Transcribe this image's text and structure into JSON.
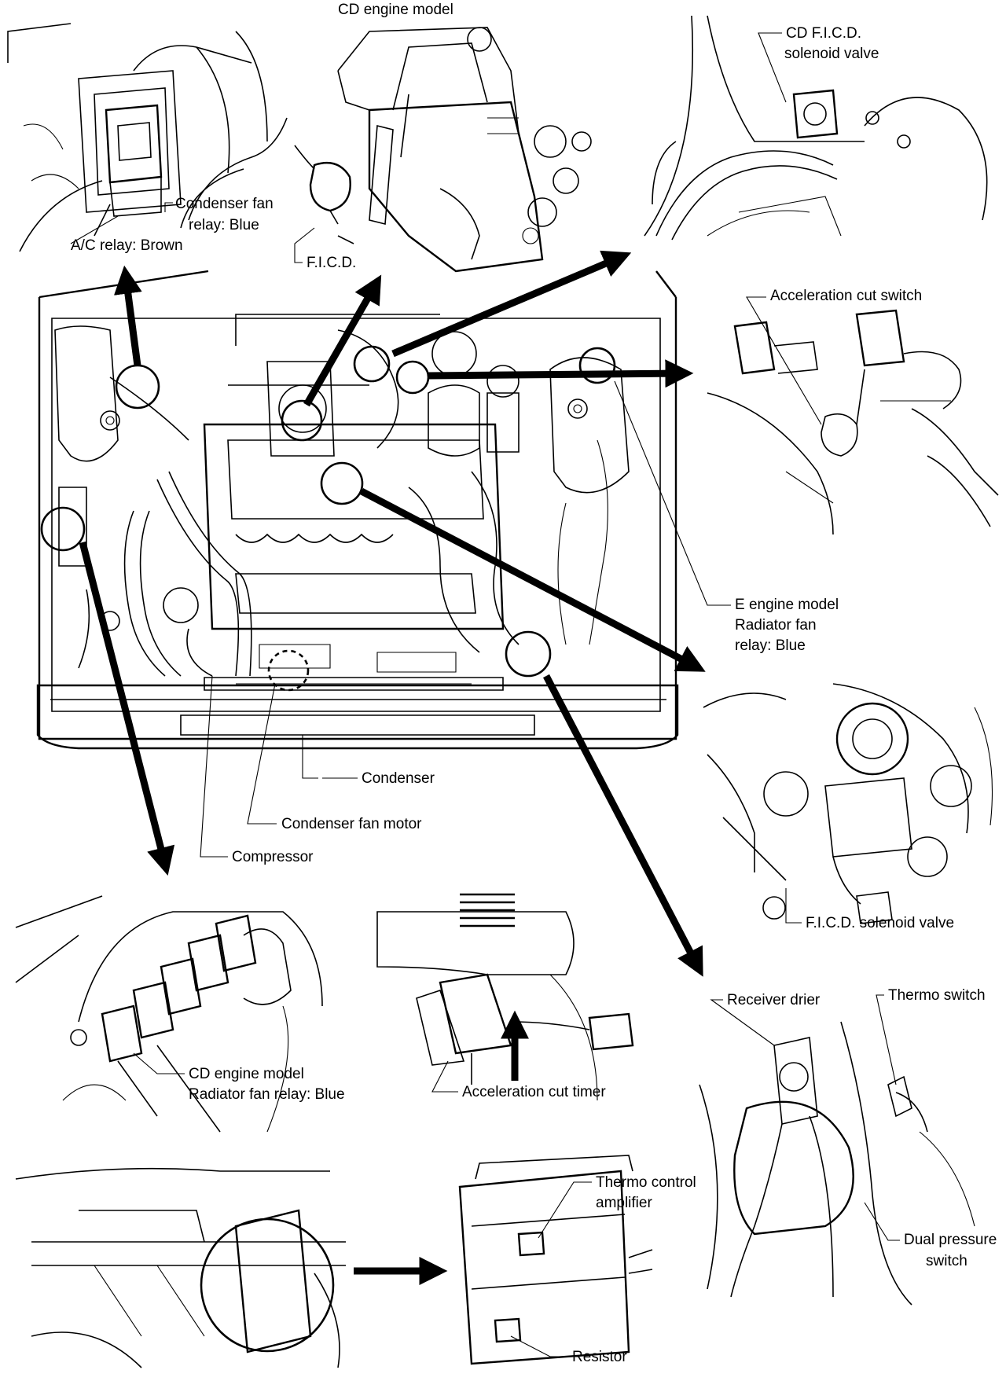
{
  "labels": {
    "cd_engine_model": "CD engine model",
    "condenser_fan_relay_1": "Condenser fan",
    "condenser_fan_relay_2": "relay:  Blue",
    "ac_relay": "A/C relay:  Brown",
    "ficd": "F.I.C.D.",
    "cd_ficd_1": "CD F.I.C.D.",
    "cd_ficd_2": "solenoid valve",
    "accel_cut_switch": "Acceleration cut switch",
    "e_engine_1": "E engine model",
    "e_engine_2": "Radiator fan",
    "e_engine_3": "relay:  Blue",
    "condenser": "Condenser",
    "condenser_fan_motor": "Condenser fan motor",
    "compressor": "Compressor",
    "ficd_solenoid": "F.I.C.D. solenoid valve",
    "cd_radiator_1": "CD engine model",
    "cd_radiator_2": "Radiator fan relay:  Blue",
    "accel_cut_timer": "Acceleration cut timer",
    "receiver_drier": "Receiver drier",
    "thermo_switch": "Thermo switch",
    "dual_pressure_1": "Dual pressure",
    "dual_pressure_2": "switch",
    "thermo_amp_1": "Thermo control",
    "thermo_amp_2": "amplifier",
    "resistor": "Resistor"
  }
}
